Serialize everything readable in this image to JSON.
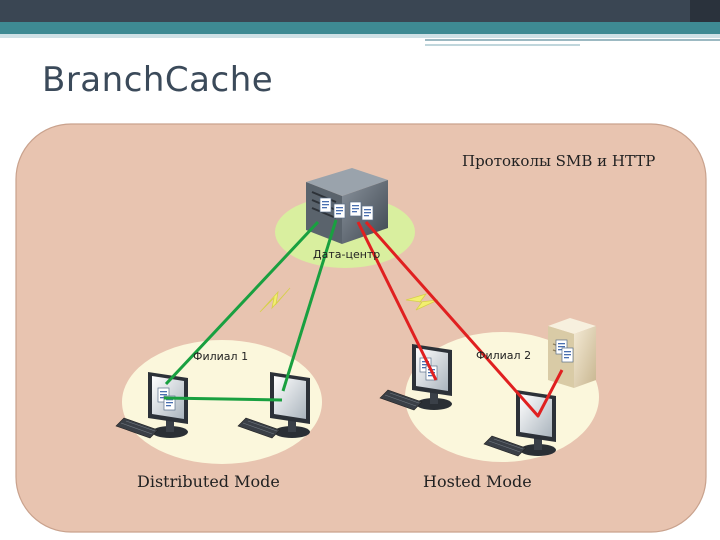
{
  "slide": {
    "title": "BranchCache"
  },
  "diagram": {
    "protocols_caption": "Протоколы SMB и HTTP",
    "datacenter_label": "Дата-центр",
    "branch1_label": "Филиал 1",
    "branch2_label": "Филиал 2",
    "distributed_mode_label": "Distributed Mode",
    "hosted_mode_label": "Hosted Mode"
  },
  "colors": {
    "header_dark": "#3a4653",
    "header_teal": "#3e8a93",
    "panel_fill": "#e8c4b0",
    "panel_stroke": "#c9a28d",
    "site_ellipse": "#fbf7dc",
    "datacenter_ellipse": "#d9ef9f",
    "green_link": "#19a040",
    "red_link": "#e02020",
    "wan_bolt": "#f2ef70"
  }
}
